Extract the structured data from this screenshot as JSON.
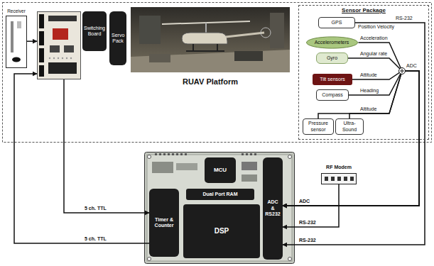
{
  "diagram": {
    "nodes": [
      {
        "text": [
          "Receiver"
        ]
      },
      {
        "text": [
          "Switching Board"
        ]
      },
      {
        "text": [
          "Servo Pack"
        ]
      },
      {
        "text": [
          "RUAV Platform"
        ]
      },
      {
        "text": [
          "Sensor Package"
        ]
      },
      {
        "text": [
          "GPS"
        ],
        "in": 4
      },
      {
        "text": [
          "Accelerometers"
        ],
        "in": 4
      },
      {
        "text": [
          "Gyro"
        ],
        "in": 4
      },
      {
        "text": [
          "Tilt sensors"
        ],
        "in": 4
      },
      {
        "text": [
          "Compass"
        ],
        "in": 4
      },
      {
        "text": [
          "Pressure sensor"
        ],
        "in": 4
      },
      {
        "text": [
          "Ultra-Sound"
        ],
        "in": 4
      },
      {
        "text": [
          "Timer & Counter"
        ]
      },
      {
        "text": [
          "MCU"
        ]
      },
      {
        "text": [
          "Dual Port RAM"
        ]
      },
      {
        "text": [
          "ADC & RS232"
        ]
      },
      {
        "text": [
          "DSP"
        ]
      },
      {
        "text": [
          "RF Modem"
        ]
      }
    ],
    "edges": [
      {
        "from": 0,
        "to": 1,
        "arrow": "to"
      },
      {
        "from": 1,
        "to": 12,
        "arrow": "to",
        "label": "5 ch. TTL"
      },
      {
        "from": 12,
        "to": 1,
        "arrow": "to",
        "label": "5 ch. TTL"
      },
      {
        "from": 5,
        "to": 15,
        "arrow": "to",
        "label": "RS-232"
      },
      {
        "from": 6,
        "to": 15,
        "arrow": "to",
        "label": "Acceleration"
      },
      {
        "from": 7,
        "to": 15,
        "arrow": "to",
        "label": "Angular rate"
      },
      {
        "from": 8,
        "to": 15,
        "arrow": "to",
        "label": "Attitude"
      },
      {
        "from": 9,
        "to": 15,
        "arrow": "to",
        "label": "Heading"
      },
      {
        "from": 10,
        "to": 15,
        "arrow": "to",
        "label": "Altitude"
      },
      {
        "from": 11,
        "to": 15,
        "arrow": "to"
      },
      {
        "from": 17,
        "to": 15,
        "arrow": "to",
        "label": "RS-232"
      }
    ],
    "labels": [
      "Position Velocity",
      "RS-232",
      "ADC",
      "ADC"
    ]
  }
}
